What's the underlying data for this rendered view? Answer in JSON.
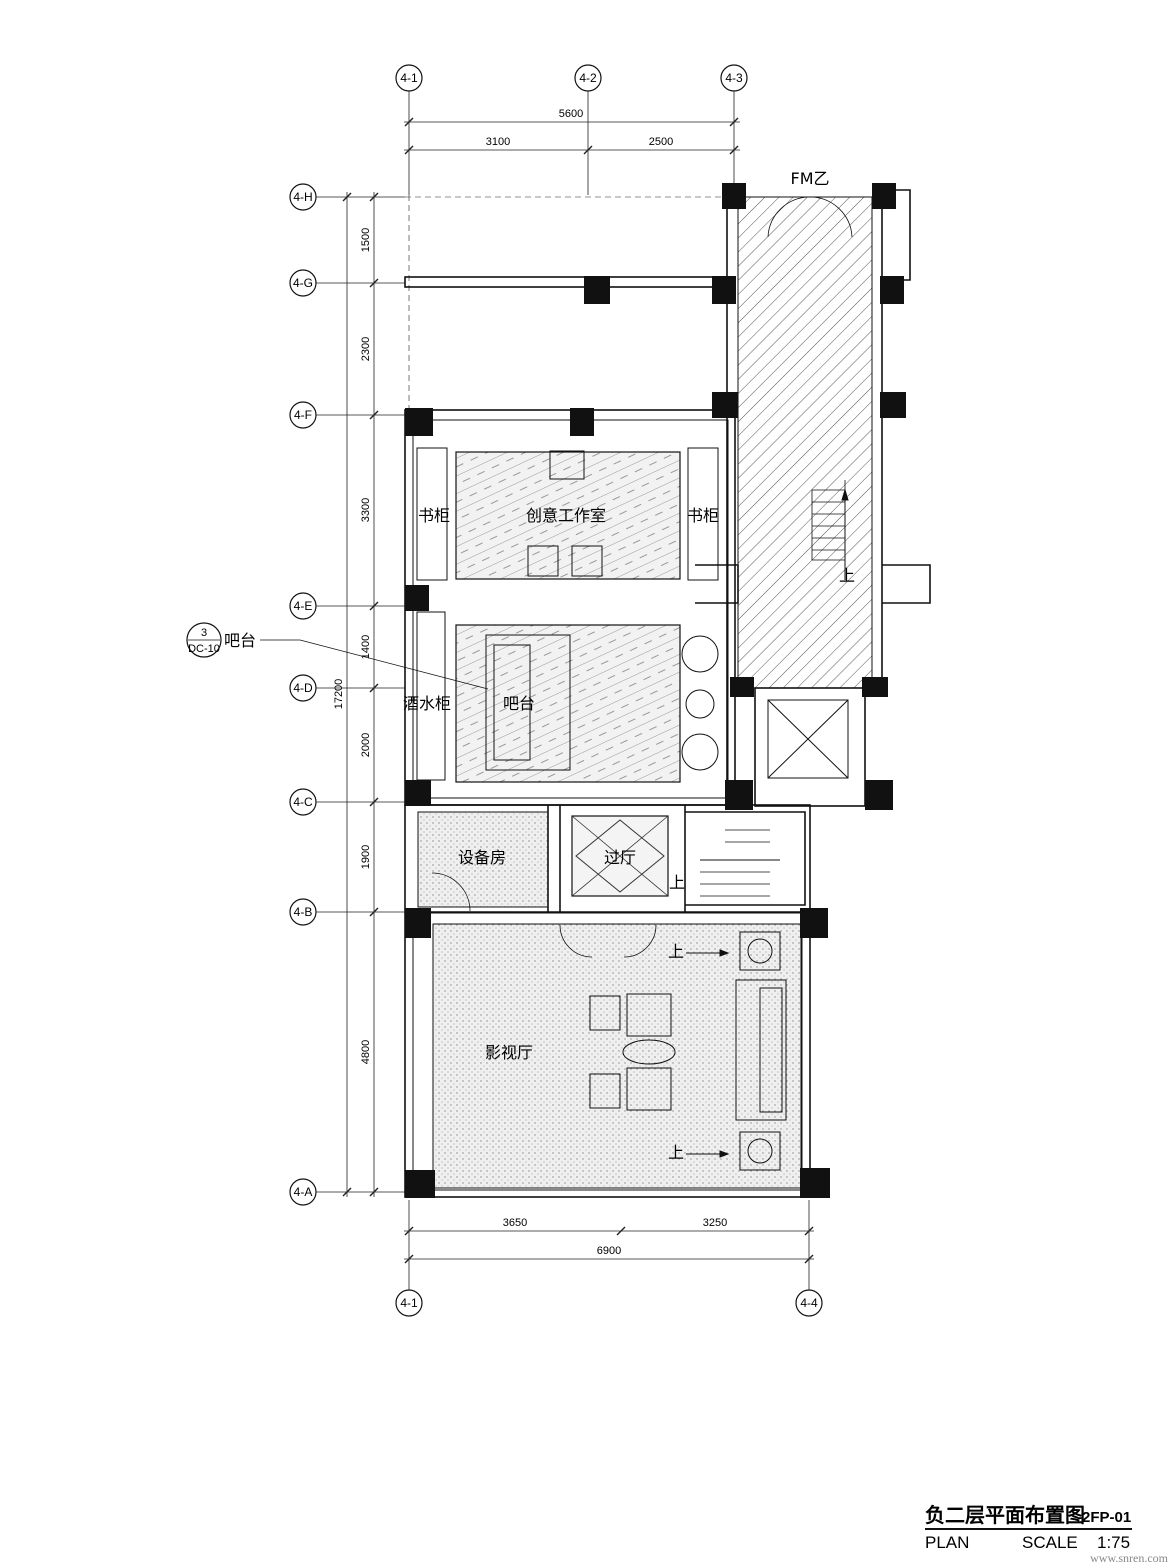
{
  "axes": {
    "top": [
      "4-1",
      "4-2",
      "4-3"
    ],
    "bottom": [
      "4-1",
      "4-4"
    ],
    "left": [
      "4-H",
      "4-G",
      "4-F",
      "4-E",
      "4-D",
      "4-C",
      "4-B",
      "4-A"
    ]
  },
  "dimensions": {
    "top_total": "5600",
    "top_parts": [
      "3100",
      "2500"
    ],
    "bottom_total": "6900",
    "bottom_parts": [
      "3650",
      "3250"
    ],
    "left_total": "17200",
    "left_parts": [
      "1500",
      "2300",
      "3300",
      "1400",
      "2000",
      "1900",
      "4800"
    ]
  },
  "rooms": {
    "studio": "创意工作室",
    "bookcase_left": "书柜",
    "bookcase_right": "书柜",
    "bar": "吧台",
    "wine_cabinet": "酒水柜",
    "equipment": "设备房",
    "hall": "过厅",
    "theater": "影视厅",
    "door": "FM乙",
    "up_1": "上",
    "up_2": "上",
    "up_3": "上",
    "up_4": "上"
  },
  "callout": {
    "number": "3",
    "sheet": "DC-10",
    "label": "吧台"
  },
  "title_block": {
    "title": "负二层平面布置图",
    "code": "-2FP-01",
    "plan_word": "PLAN",
    "scale_label": "SCALE",
    "scale_value": "1:75"
  },
  "watermark": "www.snren.com"
}
